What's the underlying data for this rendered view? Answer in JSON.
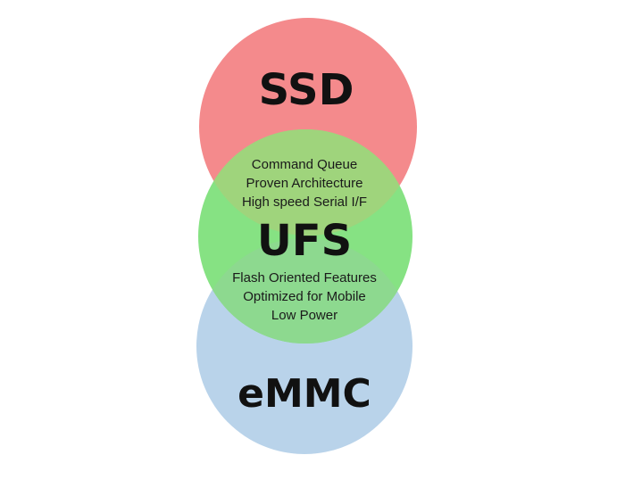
{
  "diagram": {
    "sets": [
      {
        "id": "ssd",
        "label": "SSD",
        "color": "#f48a8c"
      },
      {
        "id": "ufs",
        "label": "UFS",
        "color": "#86e283"
      },
      {
        "id": "emmc",
        "label": "eMMC",
        "color": "#b9d3ea"
      }
    ],
    "intersections": {
      "ssd_ufs": {
        "color": "#9fd47c",
        "features": [
          "Command Queue",
          "Proven Architecture",
          "High speed Serial I/F"
        ]
      },
      "ufs_emmc": {
        "color": "#8dd98f",
        "features": [
          "Flash Oriented Features",
          "Optimized for Mobile",
          "Low Power"
        ]
      }
    }
  }
}
